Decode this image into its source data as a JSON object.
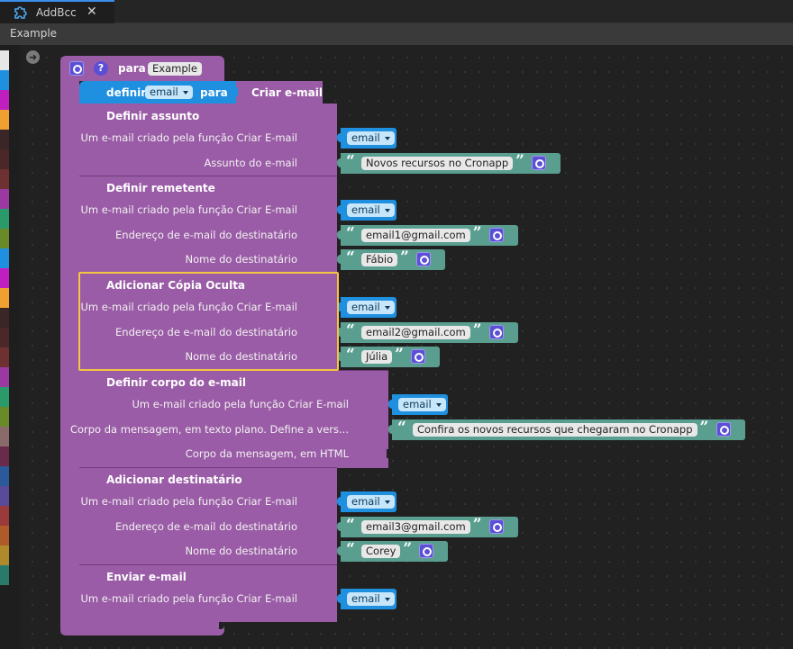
{
  "tab": {
    "title": "AddBcc",
    "close": "✕"
  },
  "toolbar": {
    "title": "Example"
  },
  "palette": [
    "#e6e6e6",
    "#1f8fdf",
    "#c01fc0",
    "#f0a030",
    "#3a2626",
    "#4a2828",
    "#6e3030",
    "#9a3aa0",
    "#2a9a6a",
    "#6a8a2a",
    "#1f8fdf",
    "#c01fc0",
    "#f0a030",
    "#3a2626",
    "#4a2828",
    "#6e3030",
    "#9a3aa0",
    "#2a9a6a",
    "#6a8a2a",
    "#8a6a6a",
    "#6a2a4a",
    "#2a5a9a",
    "#5a4a9a",
    "#9a3a3a",
    "#b05a2a",
    "#b08a2a",
    "#2a7a6a"
  ],
  "function": {
    "keyword": "para",
    "name": "Example",
    "help": "?"
  },
  "define": {
    "label": "definir",
    "var": "email",
    "to": "para",
    "value": "Criar e-mail"
  },
  "sections": [
    {
      "title": "Definir assunto",
      "rows": [
        {
          "label": "Um e-mail criado pela função Criar E-mail",
          "type": "var",
          "value": "email"
        },
        {
          "label": "Assunto do e-mail",
          "type": "str",
          "value": "Novos recursos no Cronapp"
        }
      ]
    },
    {
      "title": "Definir remetente",
      "rows": [
        {
          "label": "Um e-mail criado pela função Criar E-mail",
          "type": "var",
          "value": "email"
        },
        {
          "label": "Endereço de e-mail do destinatário",
          "type": "str",
          "value": "email1@gmail.com"
        },
        {
          "label": "Nome do destinatário",
          "type": "str",
          "value": "Fábio"
        }
      ]
    },
    {
      "title": "Adicionar Cópia Oculta",
      "rows": [
        {
          "label": "Um e-mail criado pela função Criar E-mail",
          "type": "var",
          "value": "email"
        },
        {
          "label": "Endereço de e-mail do destinatário",
          "type": "str",
          "value": "email2@gmail.com"
        },
        {
          "label": "Nome do destinatário",
          "type": "str",
          "value": "Júlia"
        }
      ]
    },
    {
      "title": "Definir corpo do e-mail",
      "rows": [
        {
          "label": "Um e-mail criado pela função Criar E-mail",
          "type": "var",
          "value": "email"
        },
        {
          "label": "Corpo da mensagem, em texto plano. Define a vers...",
          "type": "str",
          "value": "Confira os novos recursos que chegaram no Cronapp"
        },
        {
          "label": "Corpo da mensagem, em HTML",
          "type": "empty",
          "value": ""
        }
      ]
    },
    {
      "title": "Adicionar destinatário",
      "rows": [
        {
          "label": "Um e-mail criado pela função Criar E-mail",
          "type": "var",
          "value": "email"
        },
        {
          "label": "Endereço de e-mail do destinatário",
          "type": "str",
          "value": "email3@gmail.com"
        },
        {
          "label": "Nome do destinatário",
          "type": "str",
          "value": "Corey"
        }
      ]
    },
    {
      "title": "Enviar e-mail",
      "rows": [
        {
          "label": "Um e-mail criado pela função Criar E-mail",
          "type": "var",
          "value": "email"
        }
      ]
    }
  ]
}
